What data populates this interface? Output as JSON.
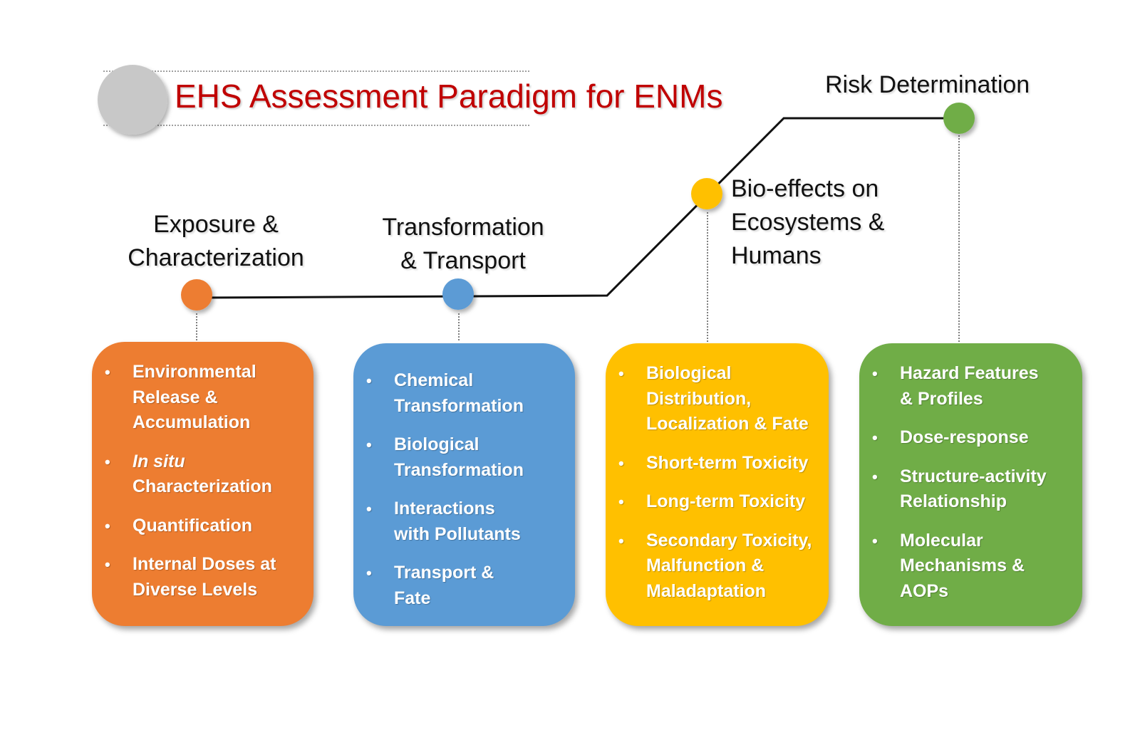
{
  "title": "EHS Assessment Paradigm for ENMs",
  "colors": {
    "title": "#c00000",
    "orange": "#ed7d31",
    "blue": "#5b9bd5",
    "yellow": "#ffc000",
    "green": "#70ad47",
    "grey_disc": "#c8c8c8",
    "line": "#111111"
  },
  "stages": [
    {
      "label_lines": [
        "Exposure &",
        "Characterization"
      ],
      "color": "#ed7d31",
      "items": [
        {
          "lines": [
            "Environmental",
            "Release &",
            "Accumulation"
          ]
        },
        {
          "lines": [
            "In situ",
            "Characterization"
          ]
        },
        {
          "lines": [
            "Quantification"
          ]
        },
        {
          "lines": [
            "Internal Doses at",
            "Diverse Levels"
          ]
        }
      ]
    },
    {
      "label_lines": [
        "Transformation",
        "& Transport"
      ],
      "color": "#5b9bd5",
      "items": [
        {
          "lines": [
            "Chemical",
            "Transformation"
          ]
        },
        {
          "lines": [
            "Biological",
            "Transformation"
          ]
        },
        {
          "lines": [
            "Interactions",
            "with Pollutants"
          ]
        },
        {
          "lines": [
            "Transport &",
            "Fate"
          ]
        }
      ]
    },
    {
      "label_lines": [
        "Bio-effects on",
        "Ecosystems &",
        "Humans"
      ],
      "color": "#ffc000",
      "items": [
        {
          "lines": [
            "Biological",
            "Distribution,",
            "Localization & Fate"
          ]
        },
        {
          "lines": [
            "Short-term Toxicity"
          ]
        },
        {
          "lines": [
            "Long-term Toxicity"
          ]
        },
        {
          "lines": [
            "Secondary Toxicity,",
            "Malfunction &",
            "Maladaptation"
          ]
        }
      ]
    },
    {
      "label_lines": [
        "Risk Determination"
      ],
      "color": "#70ad47",
      "items": [
        {
          "lines": [
            "Hazard Features",
            "& Profiles"
          ]
        },
        {
          "lines": [
            "Dose-response"
          ]
        },
        {
          "lines": [
            "Structure-activity",
            "Relationship"
          ]
        },
        {
          "lines": [
            "Molecular",
            "Mechanisms  &",
            "AOPs"
          ]
        }
      ]
    }
  ]
}
